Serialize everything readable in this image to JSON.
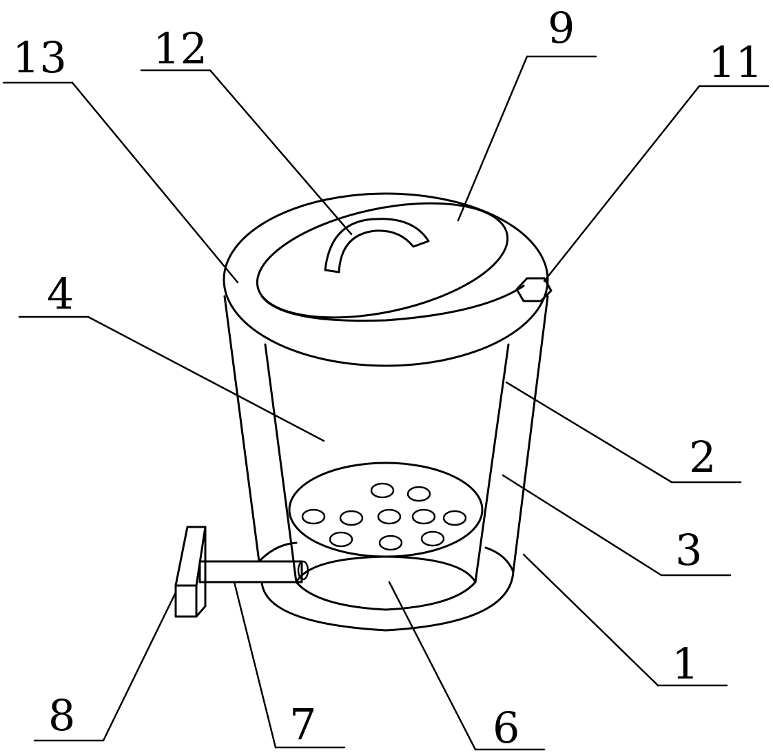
{
  "labels": {
    "l1": "1",
    "l2": "2",
    "l3": "3",
    "l4": "4",
    "l6": "6",
    "l7": "7",
    "l8": "8",
    "l9": "9",
    "l11": "11",
    "l12": "12",
    "l13": "13"
  }
}
